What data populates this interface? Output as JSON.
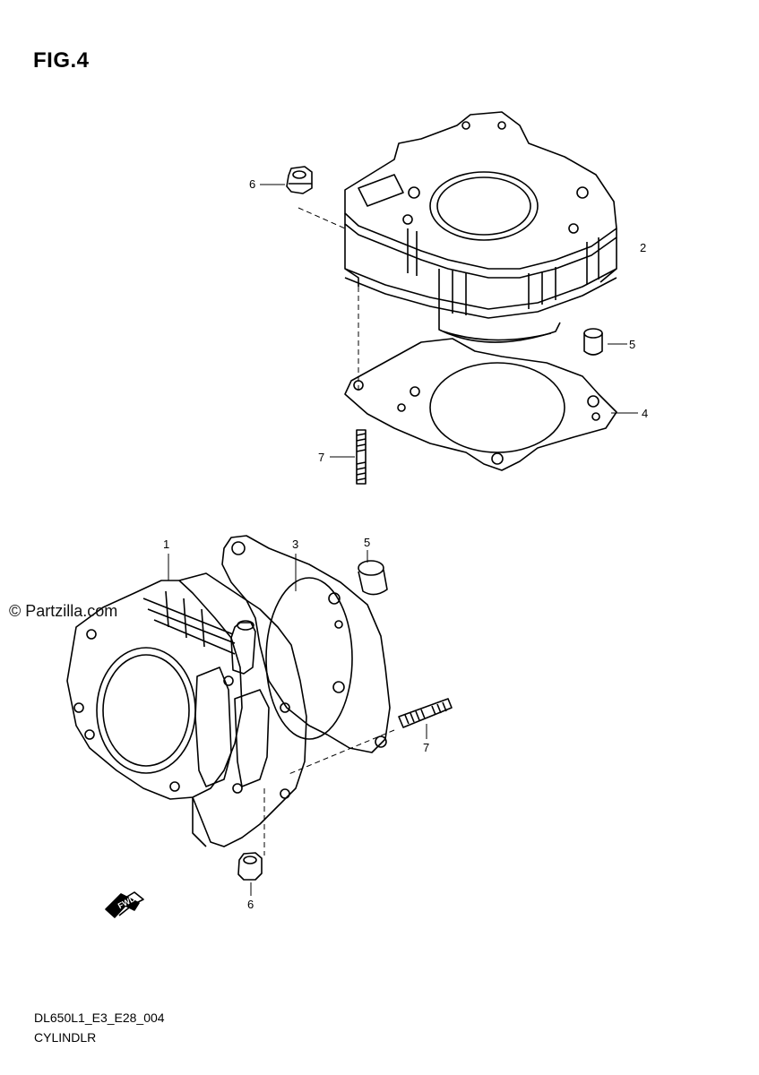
{
  "figure": {
    "title": "FIG.4",
    "watermark": "© Partzilla.com",
    "code": "DL650L1_E3_E28_004",
    "caption": "CYLINDLR"
  },
  "callouts": {
    "top_nut": "6",
    "top_cylinder": "2",
    "top_dowel": "5",
    "top_gasket": "4",
    "top_stud": "7",
    "bottom_cylinder": "1",
    "bottom_gasket": "3",
    "bottom_dowel": "5",
    "bottom_stud": "7",
    "bottom_nut": "6"
  },
  "fwd_marker": "FWD"
}
